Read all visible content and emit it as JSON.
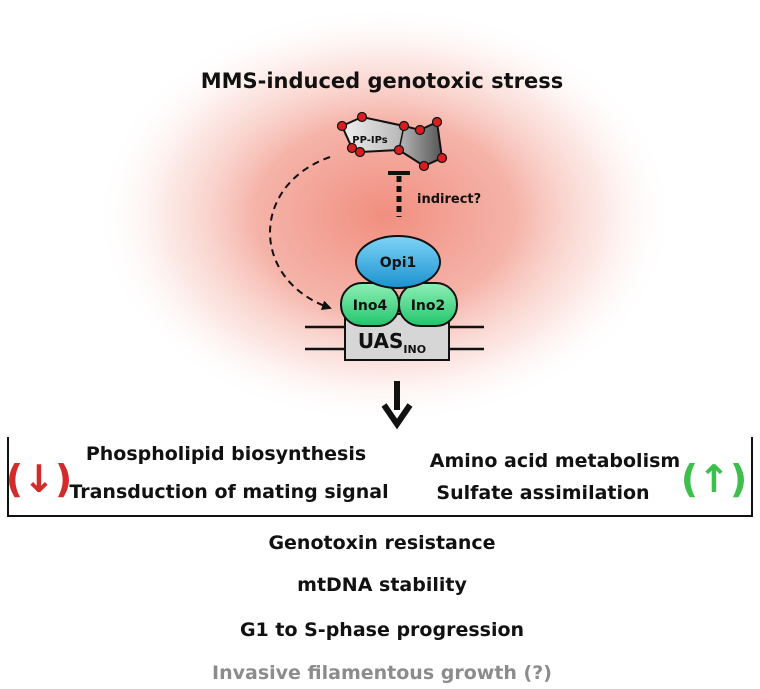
{
  "title": "MMS-induced genotoxic stress",
  "molecule_label": "PP-IPs",
  "inhibition_label": "indirect?",
  "proteins": {
    "opi1": "Opi1",
    "ino4": "Ino4",
    "ino2": "Ino2"
  },
  "promoter": {
    "main": "UAS",
    "subscript": "INO"
  },
  "down_symbol": "(↓)",
  "up_symbol": "(↑)",
  "down_processes": [
    "Phospholipid biosynthesis",
    "Transduction of mating signal"
  ],
  "up_processes": [
    "Amino acid metabolism",
    "Sulfate assimilation"
  ],
  "outcomes": [
    "Genotoxin resistance",
    "mtDNA stability",
    "G1 to S-phase progression"
  ],
  "uncertain_outcome": "Invasive filamentous growth (?)",
  "colors": {
    "stress_glow": "#f08878",
    "opi1": "#2ba8e0",
    "ino": "#3ddc84",
    "down": "#d42a2a",
    "up": "#3cbf4c",
    "uncertain": "#8c8c8c",
    "dot": "#d81e1e"
  }
}
